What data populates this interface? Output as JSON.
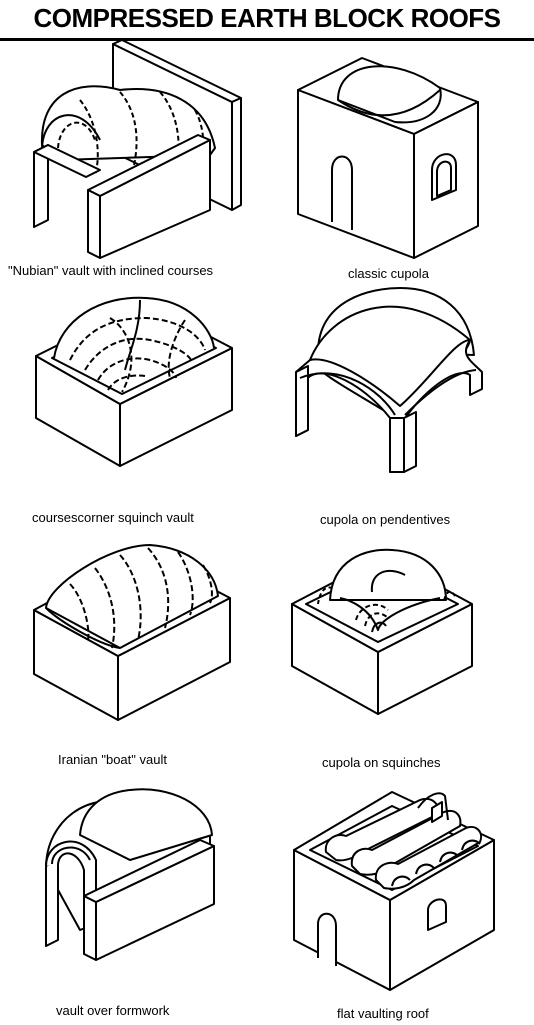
{
  "title": "COMPRESSED EARTH BLOCK ROOFS",
  "captions": {
    "nubian": "\"Nubian\" vault with inclined courses",
    "classic": "classic cupola",
    "squinch_vault": "coursescorner squinch vault",
    "pendentives": "cupola on pendentives",
    "iranian": "Iranian \"boat\" vault",
    "squinches": "cupola on squinches",
    "formwork": "vault over formwork",
    "flat": "flat vaulting roof"
  }
}
